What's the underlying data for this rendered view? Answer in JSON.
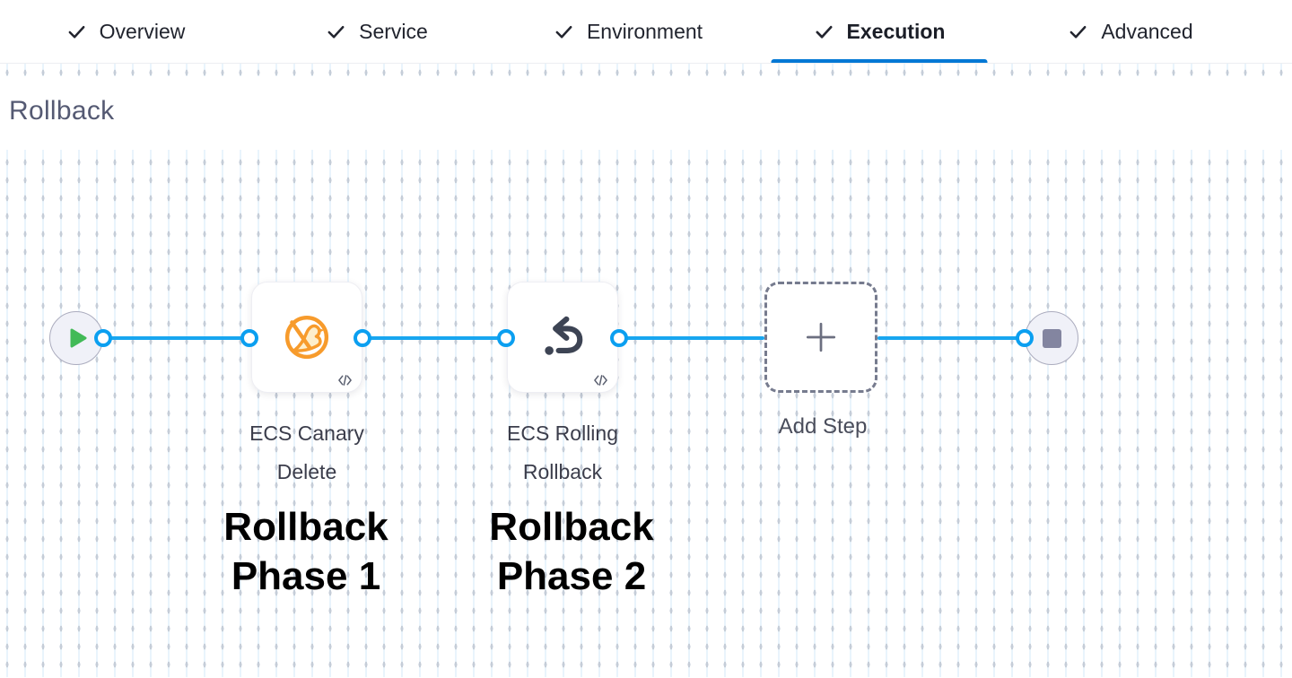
{
  "tabs": {
    "items": [
      {
        "label": "Overview",
        "checked": true,
        "active": false
      },
      {
        "label": "Service",
        "checked": true,
        "active": false
      },
      {
        "label": "Environment",
        "checked": true,
        "active": false
      },
      {
        "label": "Execution",
        "checked": true,
        "active": true
      },
      {
        "label": "Advanced",
        "checked": true,
        "active": false
      }
    ]
  },
  "section": {
    "heading": "Rollback"
  },
  "pipeline": {
    "start_node": "start",
    "end_node": "stop",
    "steps": [
      {
        "label": "ECS Canary Delete",
        "icon": "canary-delete-icon",
        "annotation": "Rollback Phase 1"
      },
      {
        "label": "ECS Rolling Rollback",
        "icon": "rolling-rollback-icon",
        "annotation": "Rollback Phase 2"
      }
    ],
    "add_step": {
      "label": "Add Step"
    }
  },
  "colors": {
    "active_tab_underline": "#0278d5",
    "connector_blue": "#0b9ff0",
    "canary_orange": "#f79b2c",
    "play_green": "#42ba57",
    "icon_slate": "#3d4454",
    "heading_text": "#555a73",
    "annotation_text": "#000000"
  }
}
